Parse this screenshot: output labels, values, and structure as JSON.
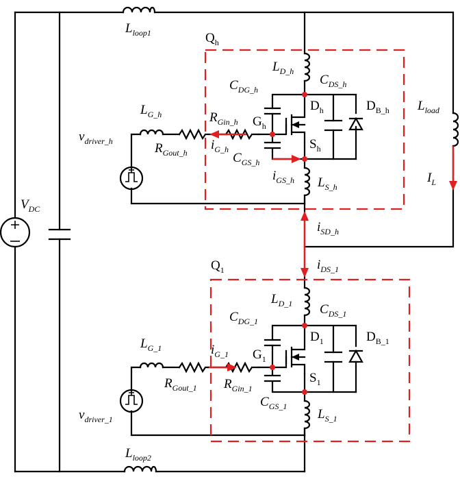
{
  "labels": {
    "l_loop1": {
      "main": "L",
      "sub": "loop1"
    },
    "l_loop2": {
      "main": "L",
      "sub": "loop2"
    },
    "l_load": {
      "main": "L",
      "sub": "load"
    },
    "i_l": {
      "main": "I",
      "sub": "L"
    },
    "v_dc": {
      "main": "V",
      "sub": "DC"
    },
    "q_h": {
      "main": "Q",
      "sub": "h"
    },
    "q_l": {
      "main": "Q",
      "sub": "1"
    },
    "l_d_h": {
      "main": "L",
      "sub": "D_h"
    },
    "c_ds_h": {
      "main": "C",
      "sub": "DS_h"
    },
    "c_dg_h": {
      "main": "C",
      "sub": "DG_h"
    },
    "d_h": {
      "main": "D",
      "sub": "h"
    },
    "d_b_h": {
      "main": "D",
      "sub": "B_h"
    },
    "l_g_h": {
      "main": "L",
      "sub": "G_h"
    },
    "r_gin_h": {
      "main": "R",
      "sub": "Gin_h"
    },
    "g_h": {
      "main": "G",
      "sub": "h"
    },
    "v_driver_h": {
      "main": "v",
      "sub": "driver_h"
    },
    "r_gout_h": {
      "main": "R",
      "sub": "Gout_h"
    },
    "i_g_h": {
      "main": "i",
      "sub": "G_h"
    },
    "c_gs_h": {
      "main": "C",
      "sub": "GS_h"
    },
    "s_h": {
      "main": "S",
      "sub": "h"
    },
    "i_gs_h": {
      "main": "i",
      "sub": "GS_h"
    },
    "l_s_h": {
      "main": "L",
      "sub": "S_h"
    },
    "i_sd_h": {
      "main": "i",
      "sub": "SD_h"
    },
    "i_ds_l": {
      "main": "i",
      "sub": "DS_1"
    },
    "l_d_l": {
      "main": "L",
      "sub": "D_1"
    },
    "c_ds_l": {
      "main": "C",
      "sub": "DS_1"
    },
    "c_dg_l": {
      "main": "C",
      "sub": "DG_1"
    },
    "d_l": {
      "main": "D",
      "sub": "1"
    },
    "d_b_l": {
      "main": "D",
      "sub": "B_1"
    },
    "l_g_l": {
      "main": "L",
      "sub": "G_1"
    },
    "i_g_l": {
      "main": "i",
      "sub": "G_1"
    },
    "g_l": {
      "main": "G",
      "sub": "1"
    },
    "r_gout_l": {
      "main": "R",
      "sub": "Gout_1"
    },
    "r_gin_l": {
      "main": "R",
      "sub": "Gin_1"
    },
    "s_l": {
      "main": "S",
      "sub": "1"
    },
    "c_gs_l": {
      "main": "C",
      "sub": "GS_1"
    },
    "l_s_l": {
      "main": "L",
      "sub": "S_1"
    },
    "v_driver_l": {
      "main": "v",
      "sub": "driver_1"
    }
  },
  "colors": {
    "wire": "#000000",
    "highlight": "#e02020"
  }
}
